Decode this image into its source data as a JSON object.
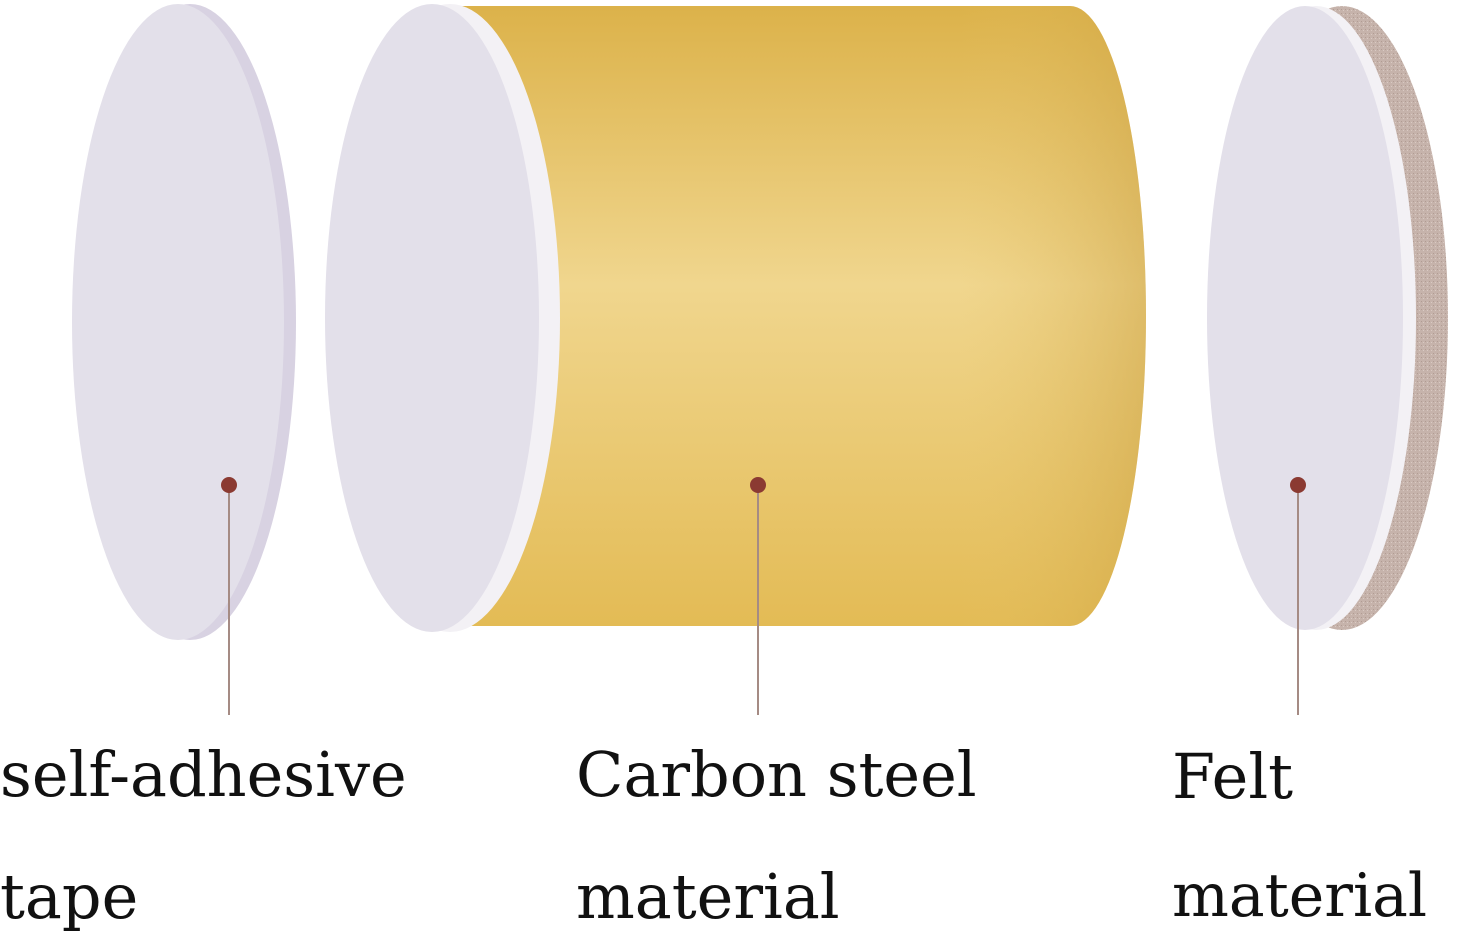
{
  "parts": [
    {
      "id": "adhesive",
      "line1": "self-adhesive",
      "line2": "tape"
    },
    {
      "id": "steel",
      "line1": "Carbon steel",
      "line2": "material"
    },
    {
      "id": "felt",
      "line1": "Felt",
      "line2": "material"
    }
  ],
  "colors": {
    "disc_face": "#e3e0ea",
    "disc_edge": "#cbc6da",
    "cylinder_gold": "#e4bf5c",
    "cylinder_highlight": "#f1d88f",
    "felt_edge": "#c2aea6",
    "marker_dot": "#8b3a32",
    "leader_line": "#a58b84"
  }
}
